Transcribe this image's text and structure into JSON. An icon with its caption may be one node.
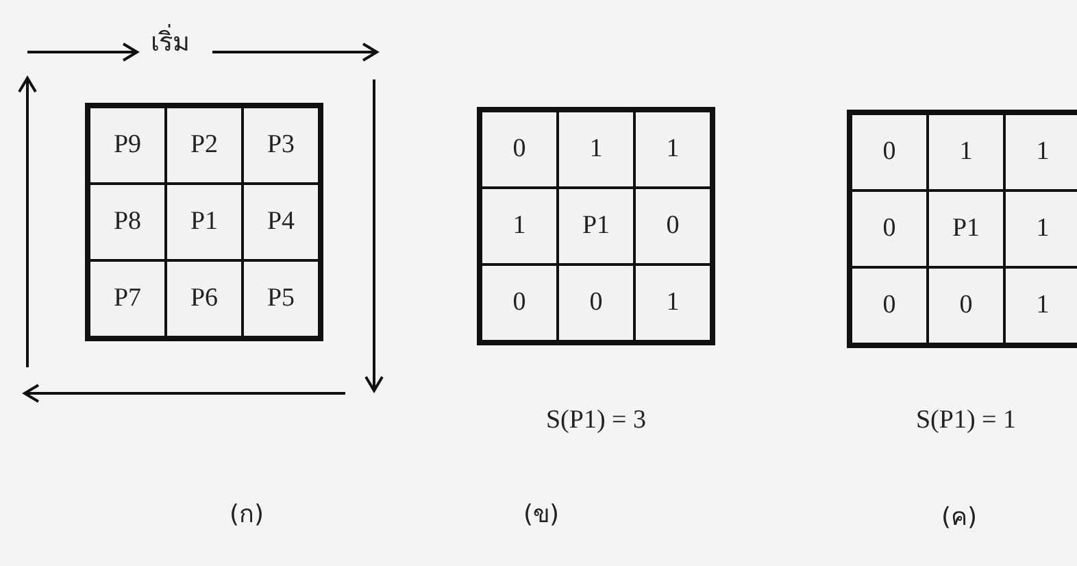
{
  "diagram": {
    "labels": [
      "เริ่ม",
      "P9",
      "P2",
      "P3",
      "P8",
      "P1",
      "P4",
      "P7",
      "P6",
      "P5",
      "0",
      "1",
      "1",
      "1",
      "P1",
      "0",
      "0",
      "0",
      "1",
      "0",
      "1",
      "1",
      "0",
      "P1",
      "1",
      "0",
      "0",
      "1",
      "S(P1) = 3",
      "S(P1) = 1",
      "(ก)",
      "(ข)",
      "(ค)"
    ]
  }
}
